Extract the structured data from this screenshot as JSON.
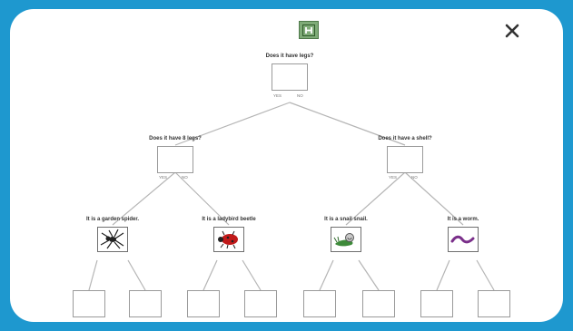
{
  "root": {
    "question": "Does it have legs?",
    "yes": "YES",
    "no": "NO"
  },
  "level2": [
    {
      "question": "Does it have 8 legs?",
      "yes": "YES",
      "no": "NO"
    },
    {
      "question": "Does it have a shell?",
      "yes": "YES",
      "no": "NO"
    }
  ],
  "leaves": [
    {
      "label": "It is a garden spider.",
      "icon": "spider-icon"
    },
    {
      "label": "It is a ladybird beetle",
      "icon": "ladybird-icon"
    },
    {
      "label": "It is a snail snail.",
      "icon": "snail-icon"
    },
    {
      "label": "It is a worm.",
      "icon": "worm-icon"
    }
  ],
  "colors": {
    "background": "#1e98cf",
    "hint_button": "#7fab78"
  },
  "toolbar": {
    "hint_icon": "tree-icon",
    "close_icon": "close-icon"
  }
}
